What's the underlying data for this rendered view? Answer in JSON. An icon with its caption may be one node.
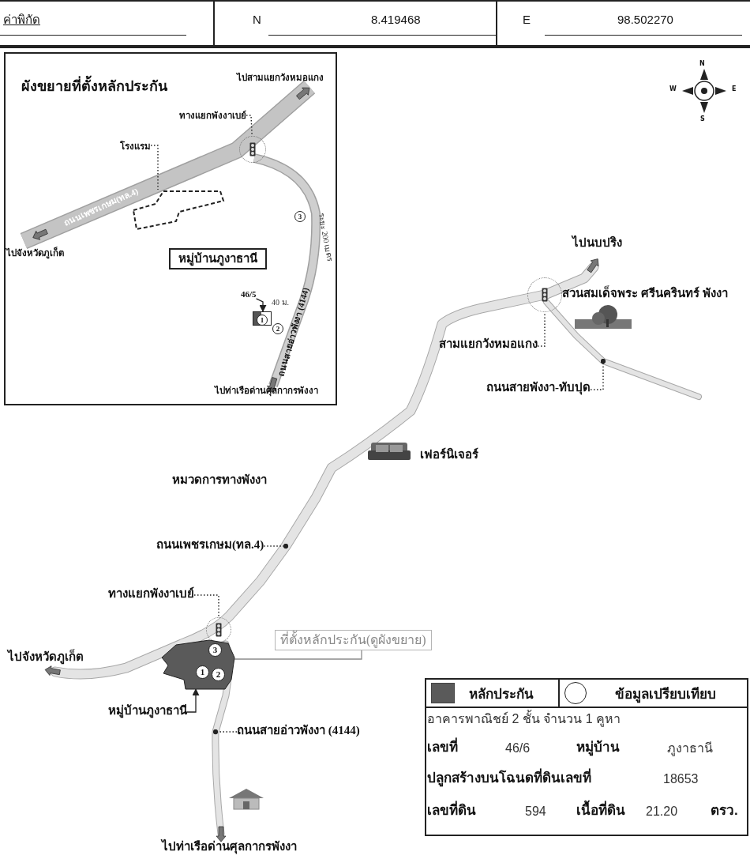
{
  "diagram": {
    "nodes": [
      {
        "text": [
          "ผังขยายที่ตั้งหลักประกัน"
        ]
      },
      {
        "text": [
          "ทางแยกพังงาเบย์"
        ],
        "in": 0
      },
      {
        "text": [],
        "shape": "circle",
        "in": 0
      },
      {
        "text": [
          "โรงแรม"
        ],
        "in": 0
      },
      {
        "text": [],
        "shape": "box",
        "in": 0
      },
      {
        "text": [
          "หมู่บ้านภูงาธานี"
        ],
        "in": 0
      },
      {
        "text": [
          "46/5"
        ],
        "in": 0
      },
      {
        "text": [],
        "shape": "box",
        "in": 0
      },
      {
        "text": [
          "3"
        ],
        "in": 0
      },
      {
        "text": [
          "1"
        ],
        "in": 7
      },
      {
        "text": [
          "2"
        ],
        "in": 0
      },
      {
        "text": [],
        "shape": "circle"
      },
      {
        "text": [
          "สามแยกวังหมอแกง"
        ]
      },
      {
        "text": [
          "ถนนสายพังงา-ทับปุด"
        ]
      },
      {
        "text": [
          "ถนนเพชรเกษม(ทล.4)"
        ]
      },
      {
        "text": [
          "ทางแยกพังงาเบย์"
        ]
      },
      {
        "text": [],
        "shape": "circle"
      },
      {
        "text": [
          "ที่ตั้งหลักประกัน(ดูผังขยาย)"
        ]
      },
      {
        "text": [],
        "shape": "box"
      },
      {
        "text": [
          "3"
        ],
        "in": 18
      },
      {
        "text": [
          "1"
        ],
        "in": 18
      },
      {
        "text": [
          "2"
        ],
        "in": 18
      },
      {
        "text": [
          "หมู่บ้านภูงาธานี"
        ]
      },
      {
        "text": [
          "ถนนสายอ่าวพังงา (4144)"
        ]
      }
    ],
    "edges": [
      {
        "from": 1,
        "to": 2,
        "arrow": "none",
        "style": "dashed"
      },
      {
        "from": 3,
        "to": 4,
        "arrow": "none",
        "style": "dashed"
      },
      {
        "from": 6,
        "to": 7,
        "arrow": "to"
      },
      {
        "from": 12,
        "to": 11,
        "arrow": "none",
        "style": "dashed"
      },
      {
        "from": 13,
        "to": null,
        "arrow": "other",
        "style": "dashed"
      },
      {
        "from": 14,
        "to": null,
        "arrow": "other",
        "style": "dashed"
      },
      {
        "from": 15,
        "to": 16,
        "arrow": "none",
        "style": "dashed"
      },
      {
        "from": 17,
        "to": 18,
        "arrow": "none",
        "color": "#8c8c8c"
      },
      {
        "from": 22,
        "to": 18,
        "arrow": "to"
      },
      {
        "from": 23,
        "to": null,
        "arrow": "other",
        "style": "dashed"
      }
    ],
    "labels": [
      "ค่าพิกัด",
      "N",
      "8.419468",
      "E",
      "98.502270",
      "ไปสามแยกวังหมอแกง",
      "ถนนเพชรเกษม(ทล.4)",
      "ไปจังหวัดภูเก็ต",
      "40 ม.",
      "ถนนสายอ่าวพังงา (4144)",
      "ระยะ 200 เมตร",
      "ไปท่าเรือด่านศุลกากรพังงา",
      "N",
      "W",
      "E",
      "S",
      "ไปนบปริง",
      "สวนสมเด็จพระ ศรีนครินทร์ พังงา",
      "เฟอร์นิเจอร์",
      "หมวดการทางพังงา",
      "ไปจังหวัดภูเก็ต",
      "ไปท่าเรือด่านศุลกากรพังงา",
      "อาคารพาณิชย์ 2 ชั้น จำนวน 1 คูหา",
      "เลขที่",
      "46/6",
      "หมู่บ้าน",
      "ภูงาธานี",
      "ปลูกสร้างบนโฉนดที่ดินเลขที่",
      "18653",
      "เลขที่ดิน",
      "594",
      "เนื้อที่ดิน",
      "21.20",
      "ตรว."
    ],
    "legend": [
      {
        "text": "หลักประกัน",
        "color": "#5a5a5a"
      },
      {
        "text": "ข้อมูลเปรียบเทียบ"
      }
    ]
  }
}
